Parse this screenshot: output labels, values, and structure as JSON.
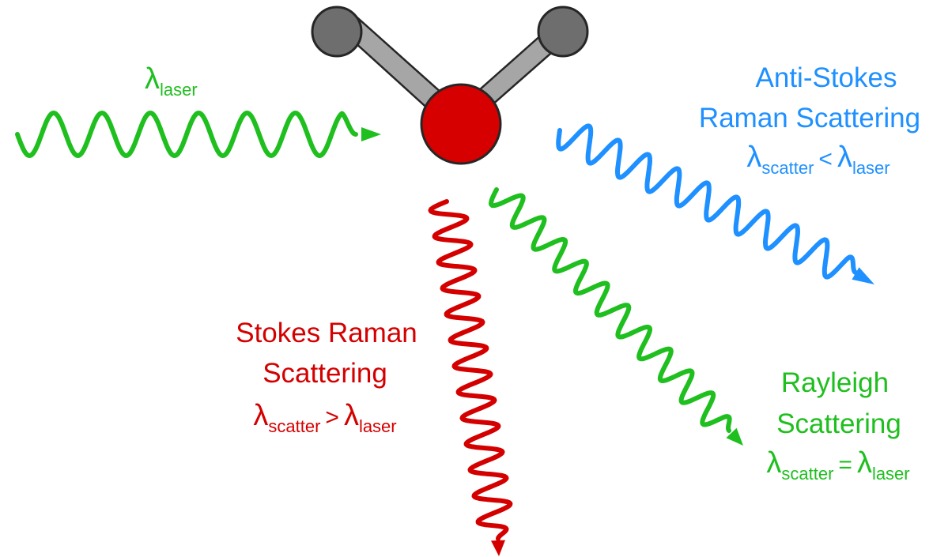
{
  "colors": {
    "incident": "#1fbf1f",
    "anti_stokes": "#1e90ff",
    "stokes": "#d40000",
    "rayleigh": "#1fbf1f",
    "atom_center": "#d60000",
    "atom_outer": "#6e6e6e",
    "bond": "#a6a6a6",
    "outline": "#262626"
  },
  "molecule": {
    "center_atom": "red-atom",
    "outer_atoms": [
      "gray-atom-left",
      "gray-atom-right"
    ]
  },
  "incident": {
    "lambda_symbol": "λ",
    "lambda_sub": "laser"
  },
  "anti_stokes": {
    "title_line1": "Anti-Stokes",
    "title_line2": "Raman Scattering",
    "lambda_symbol": "λ",
    "scatter_sub": "scatter",
    "relation": "<",
    "laser_sub": "laser"
  },
  "stokes": {
    "title_line1": "Stokes Raman",
    "title_line2": "Scattering",
    "lambda_symbol": "λ",
    "scatter_sub": "scatter",
    "relation": ">",
    "laser_sub": "laser"
  },
  "rayleigh": {
    "title_line1": "Rayleigh",
    "title_line2": "Scattering",
    "lambda_symbol": "λ",
    "scatter_sub": "scatter",
    "relation": "=",
    "laser_sub": "laser"
  }
}
